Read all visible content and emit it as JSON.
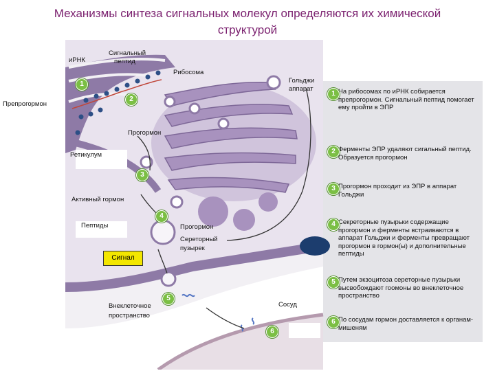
{
  "title_line1": "Механизмы синтеза сигнальных молекул определяются их химической",
  "title_line2": "структурой",
  "labels": {
    "mrna": "иРНК",
    "signal_peptide_1": "Сигнальный",
    "signal_peptide_2": "пептид",
    "ribosome": "Рибосома",
    "golgi_1": "Гольджи",
    "golgi_2": "аппарат",
    "preprohormone": "Препрогормон",
    "prohormone_1": "Прогормон",
    "reticulum": "Ретикулум",
    "active_hormone": "Активный гормон",
    "peptides": "Пептиды",
    "prohormone_2": "Прогормон",
    "secretory_1": "Сереторный",
    "secretory_2": "пузырек",
    "signal": "Сигнал",
    "extracellular_1": "Внеклеточное",
    "extracellular_2": "пространство",
    "vessel": "Сосуд"
  },
  "step_numbers": [
    "1",
    "2",
    "3",
    "4",
    "5",
    "6"
  ],
  "steps": [
    {
      "n": "1",
      "text": "На рибосомах по иРНК собирается препрогормон. Сигнальный пептид помогает ему пройти в ЭПР"
    },
    {
      "n": "2",
      "text": "Ферменты ЭПР удаляют сигальный пептид. Образуется прогормон"
    },
    {
      "n": "3",
      "text": "Прогормон проходит из ЭПР в аппарат Гольджи"
    },
    {
      "n": "4",
      "text": "Секреторные пузырьки содержащие прогормон и ферменты встраиваются в аппарат Гольджи и ферменты превращают прогормон в гормон(ы) и дополнительные пептиды"
    },
    {
      "n": "5",
      "text": "Путем экзоцитоза сеpеторные пузырьки высвобождают гоомоны во внеклеточное пространство"
    },
    {
      "n": "6",
      "text": "По сосудам гормон доставляется к органам-мишеням"
    }
  ],
  "colors": {
    "title": "#7a1f6e",
    "membrane_purple": "#8e7aa6",
    "cytoplasm": "#e9e3ee",
    "golgi": "#a892be",
    "extracellular": "#f2f0f4",
    "step_panel": "#e4e4e8",
    "step_circle": "#7bbf44",
    "signal_box": "#f3e600"
  }
}
